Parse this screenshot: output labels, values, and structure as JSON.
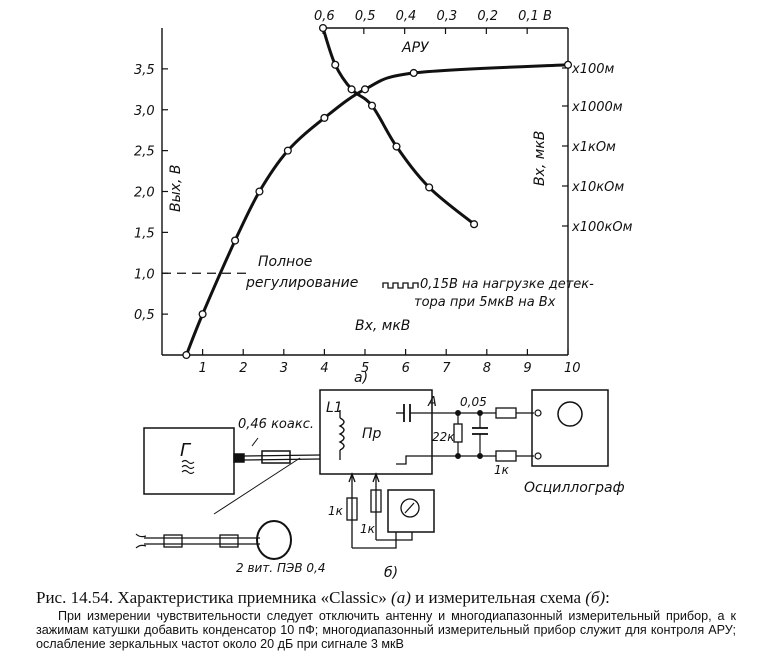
{
  "chart_data": {
    "type": "line",
    "panel_label": "а)",
    "x_bottom": {
      "label": "Вх, мкВ",
      "ticks": [
        "1",
        "2",
        "3",
        "4",
        "5",
        "6",
        "7",
        "8",
        "9",
        "10"
      ],
      "range": [
        0,
        10
      ]
    },
    "x_top": {
      "label": "АРУ",
      "ticks": [
        "0,6",
        "0,5",
        "0,4",
        "0,3",
        "0,2",
        "0,1 В"
      ],
      "range": [
        0.6,
        0.0
      ]
    },
    "y_left": {
      "label": "Вых, В",
      "ticks": [
        "0,5",
        "1,0",
        "1,5",
        "2,0",
        "2,5",
        "3,0",
        "3,5"
      ],
      "range": [
        0,
        4
      ]
    },
    "y_right": {
      "label": "Вх, мкВ",
      "ticks": [
        "x100м",
        "x1000м",
        "x1кОм",
        "x10кОм",
        "x100кОм"
      ]
    },
    "series": [
      {
        "name": "Вых",
        "axis": "bottom-left",
        "x": [
          0.6,
          1.0,
          1.8,
          2.4,
          3.1,
          4.0,
          5.0,
          6.2,
          10.0
        ],
        "y": [
          0.0,
          0.5,
          1.4,
          2.0,
          2.5,
          2.9,
          3.25,
          3.45,
          3.55
        ]
      },
      {
        "name": "АРУ",
        "axis": "top-left",
        "x": [
          0.6,
          0.57,
          0.53,
          0.48,
          0.42,
          0.34,
          0.23
        ],
        "y": [
          4.0,
          3.55,
          3.25,
          3.05,
          2.55,
          2.05,
          1.6
        ]
      }
    ],
    "annotations": {
      "full_regulation": [
        "Полное",
        "регулирование"
      ],
      "ripple_note": [
        "0,15В на нагрузке детек-",
        "тора при 5мкВ на Вх"
      ],
      "level_line_y": 1.0
    }
  },
  "schematic": {
    "panel_label": "б)",
    "generator": "Г",
    "coax": "0,46 коакс.",
    "coil": "L1",
    "receiver": "Пр",
    "point_a": "А",
    "capacitor": "0,05",
    "r22k": "22к",
    "r1k_out": "1к",
    "r1k_a": "1к",
    "r1k_b": "1к",
    "oscilloscope": "Осциллограф",
    "loop": "2 вит. ПЭВ 0,4"
  },
  "caption": {
    "title_lead": "Рис. 14.54. Характеристика приемника «Classic» ",
    "title_a": "(а)",
    "title_mid": " и измерительная схема ",
    "title_b": "(б)",
    "title_end": ":",
    "note": "При измерении чувствительности следует отключить антенну и многодиапазонный измерительный прибор, а к зажимам катушки добавить конденсатор 10 пФ; многодиапазонный измерительный прибор служит для контроля АРУ; ослабление зеркальных частот около 20 дБ при сигнале 3 мкВ"
  }
}
